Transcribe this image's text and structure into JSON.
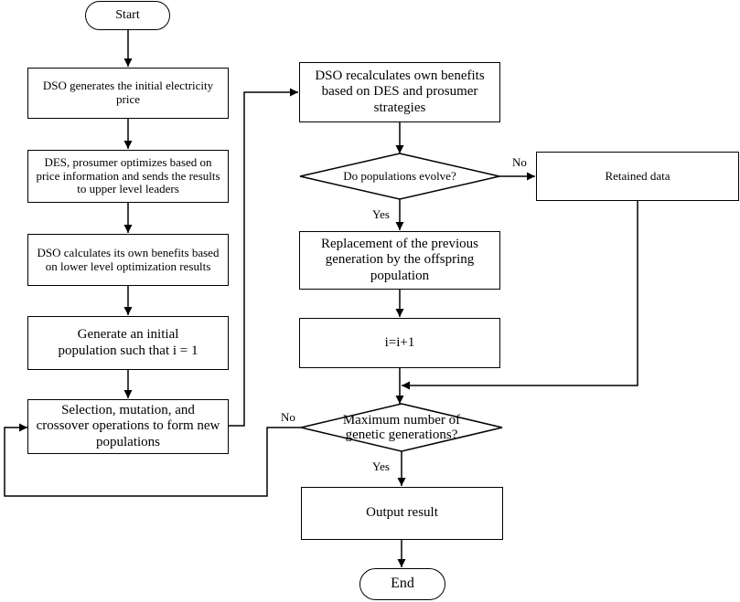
{
  "flowchart": {
    "start": "Start",
    "end": "End",
    "steps": {
      "dso_initial_price": "DSO generates the initial electricity price",
      "des_optimizes": "DES, prosumer optimizes based on price information and sends the results to upper level leaders",
      "dso_calculates": "DSO calculates its own benefits based on lower level optimization results",
      "initial_population": "Generate an initial population such that i = 1",
      "selection_mutation": "Selection, mutation, and crossover operations to form new populations",
      "dso_recalculates": "DSO recalculates  own benefits based on DES and prosumer strategies",
      "replacement": "Replacement of the previous generation by the offspring population",
      "increment": "i=i+1",
      "retained_data": "Retained data",
      "output_result": "Output result"
    },
    "decisions": {
      "populations_evolve": "Do populations evolve?",
      "max_generations": "Maximum number of genetic generations?"
    },
    "edge_labels": {
      "evolve_no": "No",
      "evolve_yes": "Yes",
      "max_no": "No",
      "max_yes": "Yes"
    }
  }
}
